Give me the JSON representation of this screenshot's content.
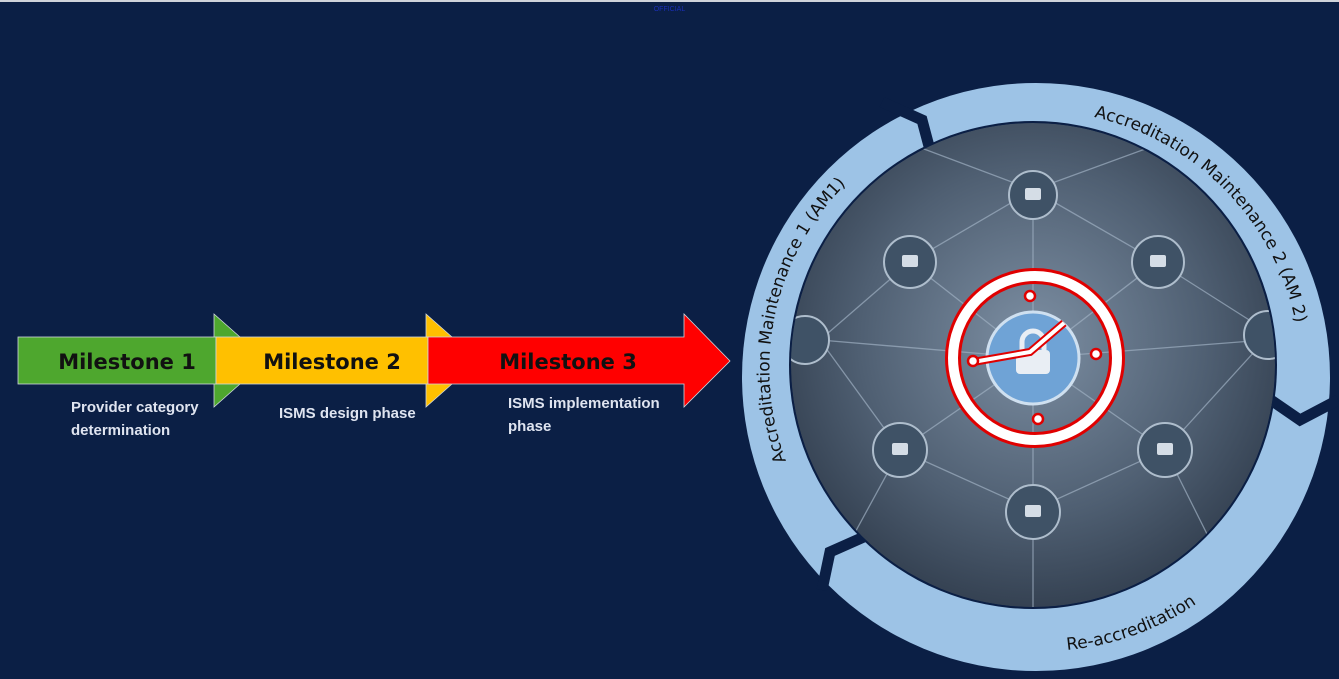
{
  "classification": "OFFICIAL",
  "milestones": [
    {
      "label": "Milestone 1",
      "description": "Provider category determination",
      "color": "#4ea72e"
    },
    {
      "label": "Milestone 2",
      "description": "ISMS design phase",
      "color": "#ffc000"
    },
    {
      "label": "Milestone 3",
      "description": "ISMS implementation phase",
      "color": "#ff0000"
    }
  ],
  "cycle": {
    "am1": "Accreditation Maintenance 1 (AM1)",
    "am2": "Accreditation Maintenance 2 (AM 2)",
    "reaccreditation": "Re-accreditation",
    "ring_color": "#9dc3e6"
  }
}
